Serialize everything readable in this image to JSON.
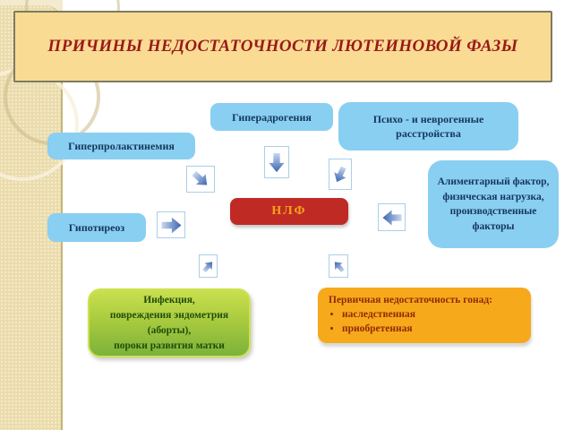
{
  "slide": {
    "title": "ПРИЧИНЫ НЕДОСТАТОЧНОСТИ ЛЮТЕИНОВОЙ ФАЗЫ"
  },
  "center": {
    "label": "НЛФ"
  },
  "boxes": {
    "hyperandrogenia": {
      "label": "Гиперадрогения"
    },
    "psycho": {
      "label": "Психо - и неврогенные расстройства"
    },
    "hyperprolactinemia": {
      "label": "Гиперпролактинемия"
    },
    "hypothyreosis": {
      "label": "Гипотиреоз"
    },
    "alimentary": {
      "label": "Алиментарный фактор, физическая нагрузка, производственные факторы"
    },
    "infection": {
      "lines": [
        "Инфекция,",
        "повреждения эндометрия",
        "(аборты),",
        "пороки развития матки"
      ]
    },
    "gonads": {
      "title": "Первичная недостаточность гонад:",
      "items": [
        "наследственная",
        "приобретенная"
      ]
    }
  },
  "icons": {
    "arrows": [
      "arrow-southeast-icon",
      "arrow-down-icon",
      "arrow-down-left-icon",
      "arrow-left-icon",
      "arrow-right-icon",
      "arrow-northeast-icon",
      "arrow-northwest-icon"
    ]
  },
  "colors": {
    "title_bg": "#fadb93",
    "title_text": "#981a1a",
    "blue_box": "#89cff2",
    "blue_text": "#16365c",
    "red_box": "#bf2b24",
    "red_box_text": "#f6a41c",
    "green_top": "#c9e04f",
    "green_bottom": "#7cb23a",
    "green_border": "#cde24e",
    "green_text": "#1f4d0c",
    "orange_box": "#f7a91c",
    "orange_text": "#8f2a06",
    "sidebar": "#ebdcab",
    "arrow_light": "#c9d8f0",
    "arrow_dark": "#3b64b0"
  }
}
